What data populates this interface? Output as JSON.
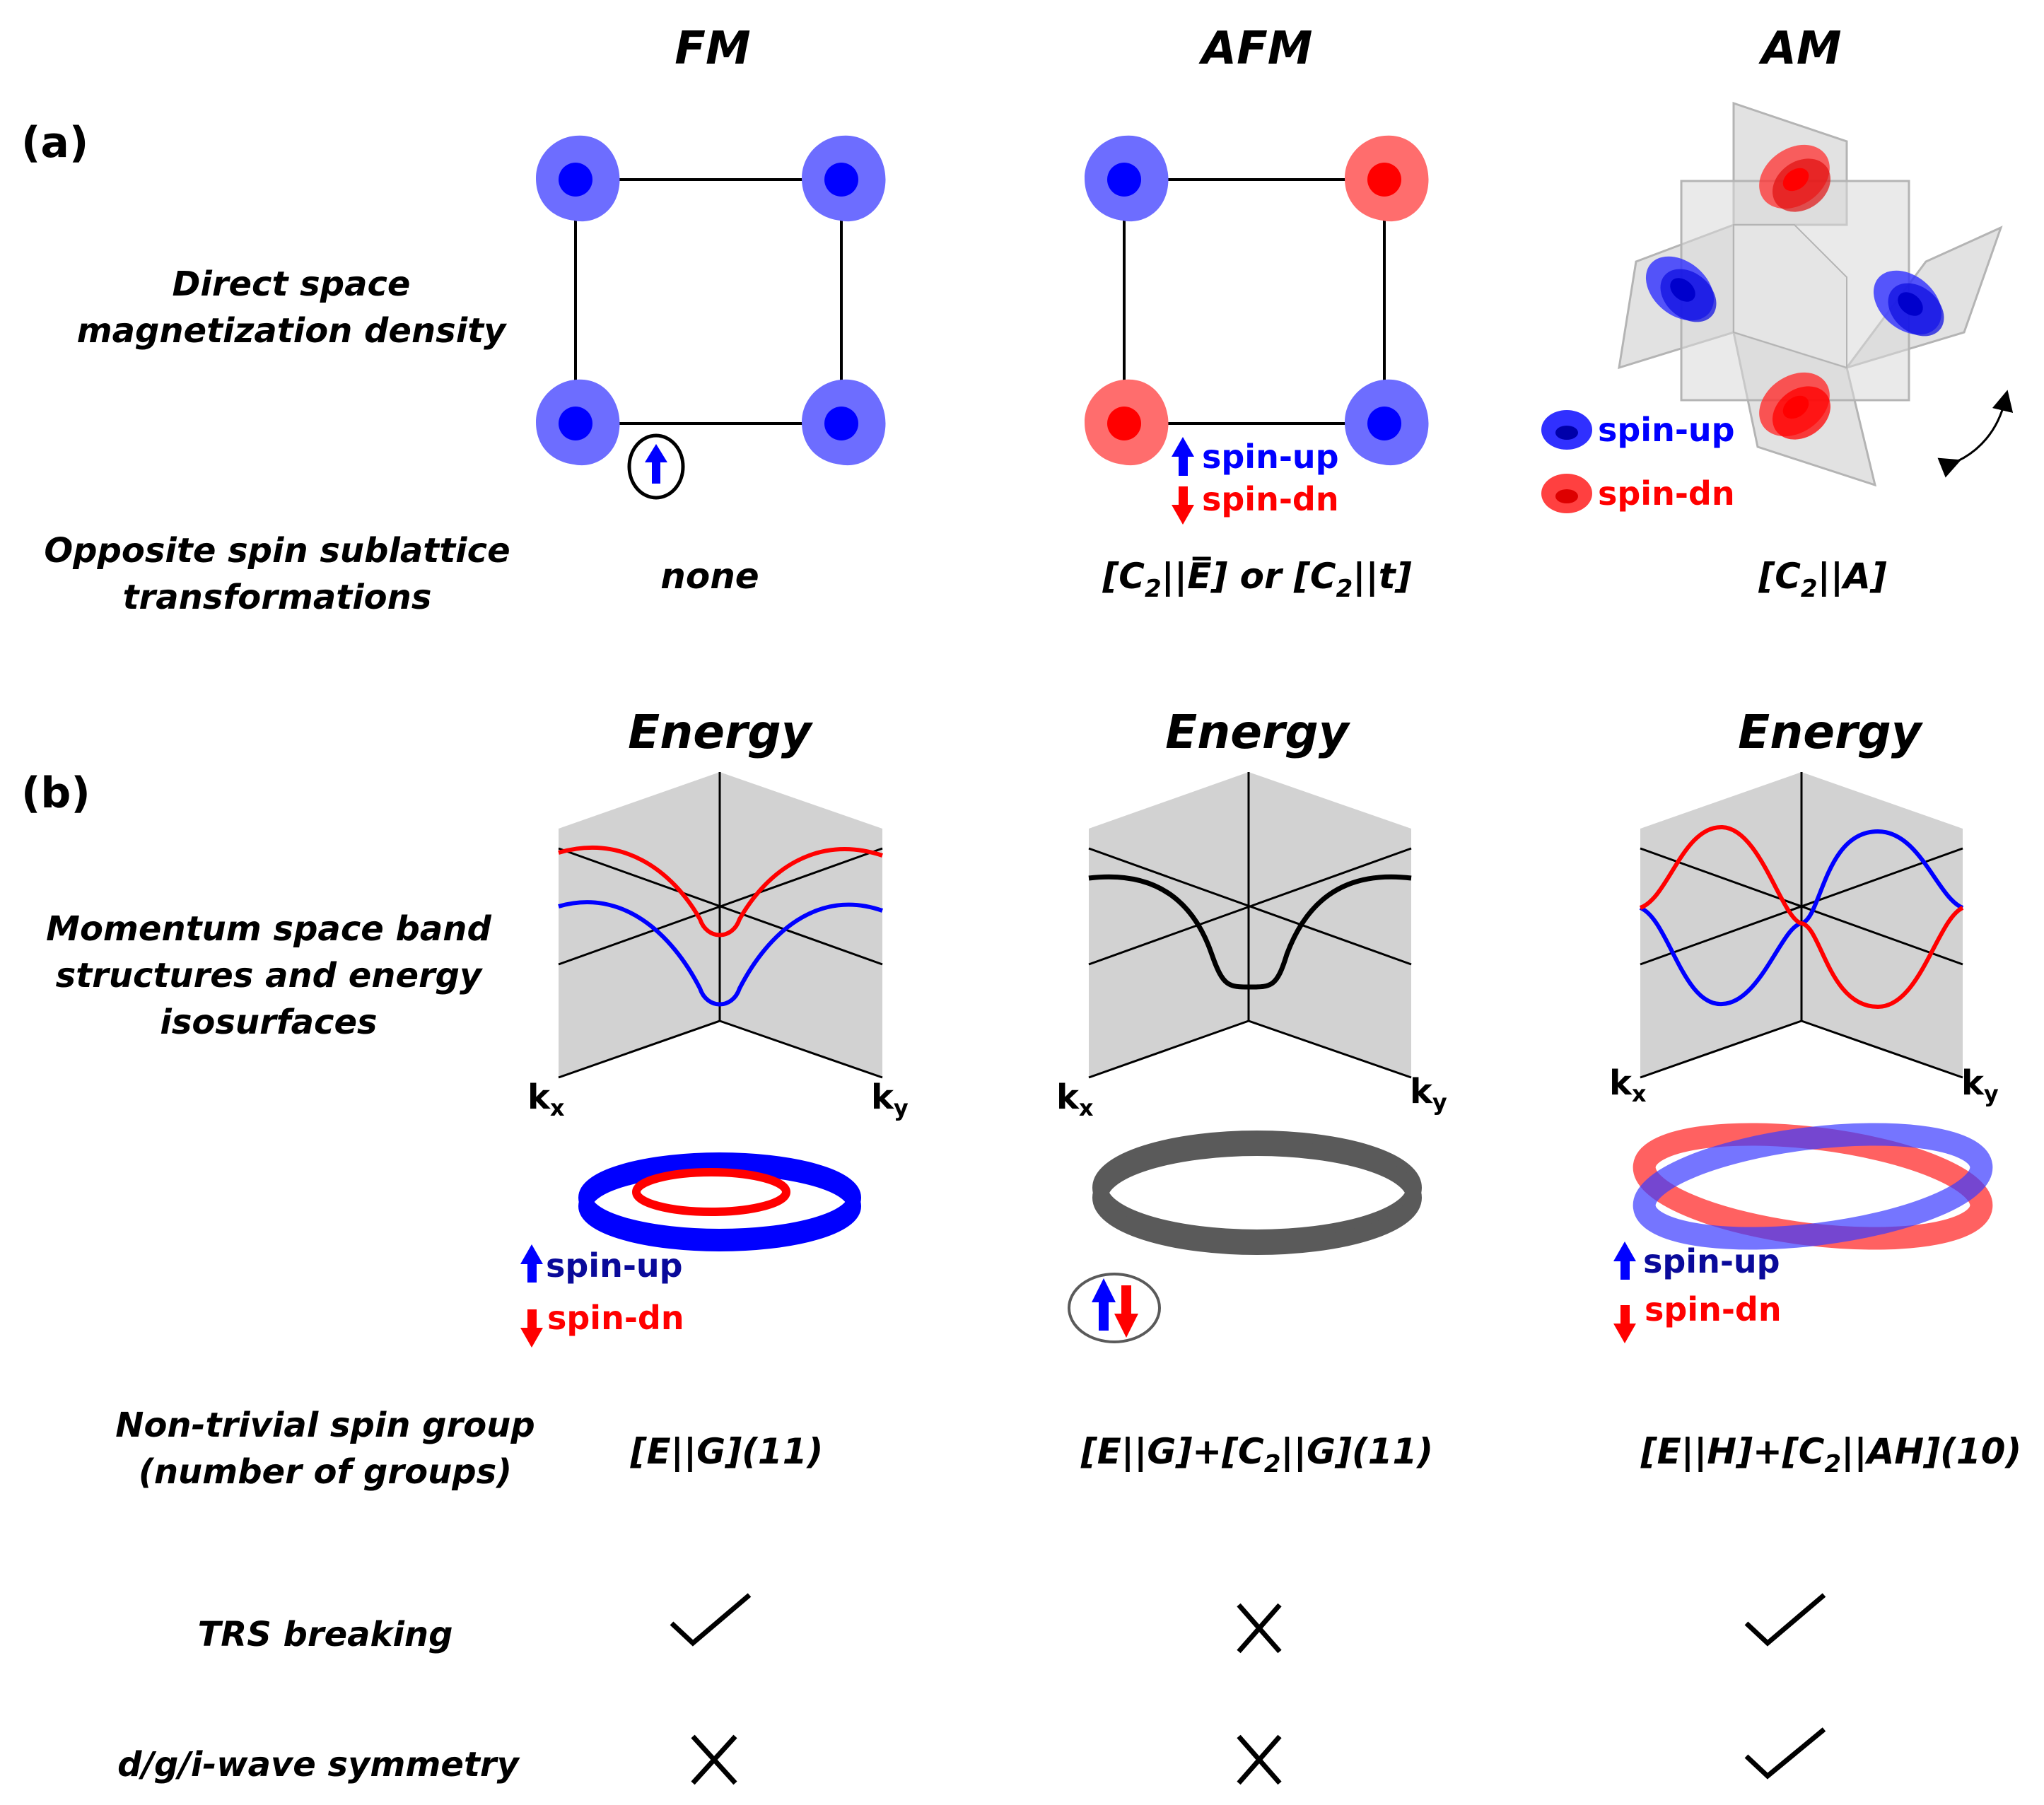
{
  "columns": [
    {
      "id": "fm",
      "title": "FM",
      "symmetry": "none",
      "spin_group": "[E||G](11)",
      "trs_breaking": true,
      "dgi_wave": false
    },
    {
      "id": "afm",
      "title": "AFM",
      "symmetry_parts": [
        "[C",
        "2",
        "||",
        "E",
        "] or [C",
        "2",
        "||t]"
      ],
      "spin_group_parts": [
        "[E||G]+[C",
        "2",
        "||G](11)"
      ],
      "trs_breaking": false,
      "dgi_wave": false
    },
    {
      "id": "am",
      "title": "AM",
      "symmetry_parts": [
        "[C",
        "2",
        "||A]"
      ],
      "spin_group_parts": [
        "[E||H]+[C",
        "2",
        "||AH](10)"
      ],
      "trs_breaking": true,
      "dgi_wave": true
    }
  ],
  "panels": {
    "a": "(a)",
    "b": "(b)"
  },
  "row_labels": {
    "direct_1": "Direct space",
    "direct_2": "magnetization density",
    "opposite_1": "Opposite spin sublattice",
    "opposite_2": "transformations",
    "momentum_1": "Momentum space band",
    "momentum_2": "structures and energy",
    "momentum_3": "isosurfaces",
    "spin_group_1": "Non-trivial spin group",
    "spin_group_2": "(number of groups)",
    "trs": "TRS breaking",
    "wave": "d/g/i-wave symmetry"
  },
  "energy_label": "Energy",
  "k_labels": {
    "kx_main": "k",
    "kx_sub": "x",
    "ky_main": "k",
    "ky_sub": "y"
  },
  "legend": {
    "spin_up": "spin-up",
    "spin_dn": "spin-dn"
  },
  "colors": {
    "spin_up": "#0000ff",
    "spin_dn": "#ff0000",
    "spin_up_halo": "#6d6dff",
    "spin_dn_halo": "#ff6d6d",
    "panel_gray": "#d2d2d2",
    "afm_ring": "#5a5a5a",
    "legend_up_text": "#0a0a9a"
  }
}
